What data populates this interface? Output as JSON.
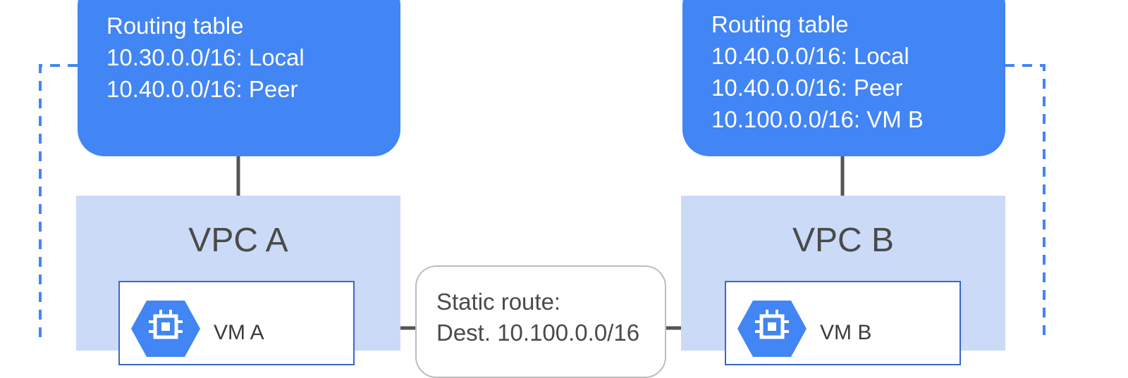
{
  "routing_tables": {
    "a": {
      "title": "Routing table",
      "rows": [
        "10.30.0.0/16: Local",
        "10.40.0.0/16: Peer"
      ]
    },
    "b": {
      "title": "Routing table",
      "rows": [
        "10.40.0.0/16: Local",
        "10.40.0.0/16: Peer",
        "10.100.0.0/16: VM B"
      ]
    }
  },
  "vpcs": {
    "a": {
      "title": "VPC A",
      "vm_label": "VM A",
      "vm_icon": "compute-engine-icon"
    },
    "b": {
      "title": "VPC B",
      "vm_label": "VM B",
      "vm_icon": "compute-engine-icon"
    }
  },
  "static_route": {
    "line1": "Static route:",
    "line2": "Dest. 10.100.0.0/16"
  },
  "colors": {
    "routing_box": "#4285f4",
    "vpc_background": "#cbdaf7",
    "peering_dash": "#4285f4",
    "connector": "#555555"
  }
}
